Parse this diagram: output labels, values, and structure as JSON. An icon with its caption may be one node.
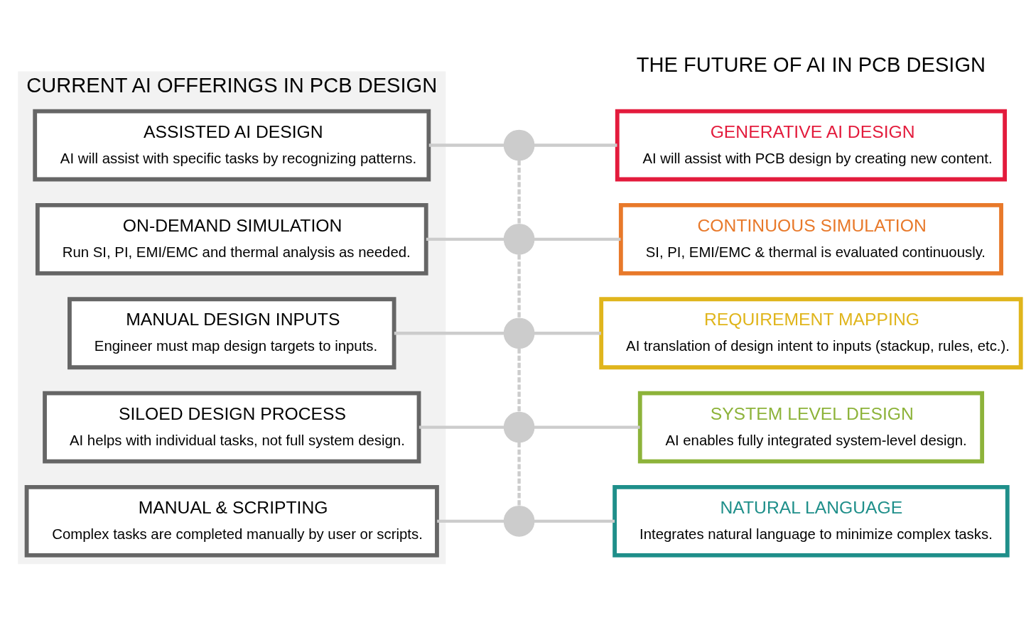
{
  "diagram": {
    "nodes": [
      {
        "text": [
          "CURRENT AI OFFERINGS IN PCB DESIGN"
        ]
      },
      {
        "text": [
          "ASSISTED AI DESIGN",
          "AI will assist with specific tasks by recognizing patterns."
        ],
        "in": 0
      },
      {
        "text": [],
        "shape": "circle"
      },
      {
        "text": [
          "GENERATIVE AI DESIGN",
          "AI will assist with PCB design by creating new content."
        ]
      },
      {
        "text": [
          "ON-DEMAND SIMULATION",
          "Run SI, PI, EMI/EMC and thermal analysis as needed."
        ],
        "in": 0
      },
      {
        "text": [],
        "shape": "circle"
      },
      {
        "text": [
          "CONTINUOUS SIMULATION",
          "SI, PI, EMI/EMC & thermal is evaluated continuously."
        ]
      },
      {
        "text": [
          "MANUAL DESIGN INPUTS",
          "Engineer must map design targets to inputs."
        ],
        "in": 0
      },
      {
        "text": [],
        "shape": "circle"
      },
      {
        "text": [
          "REQUIREMENT MAPPING",
          "AI translation of design intent to inputs (stackup, rules, etc.)."
        ]
      },
      {
        "text": [
          "SILOED DESIGN PROCESS",
          "AI helps with individual tasks, not full system design."
        ],
        "in": 0
      },
      {
        "text": [],
        "shape": "circle"
      },
      {
        "text": [
          "SYSTEM LEVEL DESIGN",
          "AI enables fully integrated system-level design."
        ]
      },
      {
        "text": [
          "MANUAL & SCRIPTING",
          "Complex tasks are completed manually by user or scripts."
        ],
        "in": 0
      },
      {
        "text": [],
        "shape": "circle"
      },
      {
        "text": [
          "NATURAL LANGUAGE",
          "Integrates natural language to minimize complex tasks."
        ]
      }
    ],
    "edges": [
      {
        "from": 1,
        "to": 2,
        "arrow": "none"
      },
      {
        "from": 2,
        "to": 3,
        "arrow": "none"
      },
      {
        "from": 4,
        "to": 5,
        "arrow": "none"
      },
      {
        "from": 5,
        "to": 6,
        "arrow": "none"
      },
      {
        "from": 7,
        "to": 8,
        "arrow": "none"
      },
      {
        "from": 8,
        "to": 9,
        "arrow": "none"
      },
      {
        "from": 10,
        "to": 11,
        "arrow": "none"
      },
      {
        "from": 11,
        "to": 12,
        "arrow": "none"
      },
      {
        "from": 13,
        "to": 14,
        "arrow": "none"
      },
      {
        "from": 14,
        "to": 15,
        "arrow": "none"
      },
      {
        "from": 2,
        "to": 5,
        "arrow": "none",
        "style": "dashed"
      },
      {
        "from": 5,
        "to": 8,
        "arrow": "none",
        "style": "dashed"
      },
      {
        "from": 8,
        "to": 11,
        "arrow": "none",
        "style": "dashed"
      },
      {
        "from": 11,
        "to": 14,
        "arrow": "none",
        "style": "dashed"
      }
    ],
    "labels": [
      "THE FUTURE OF AI IN PCB DESIGN"
    ]
  }
}
